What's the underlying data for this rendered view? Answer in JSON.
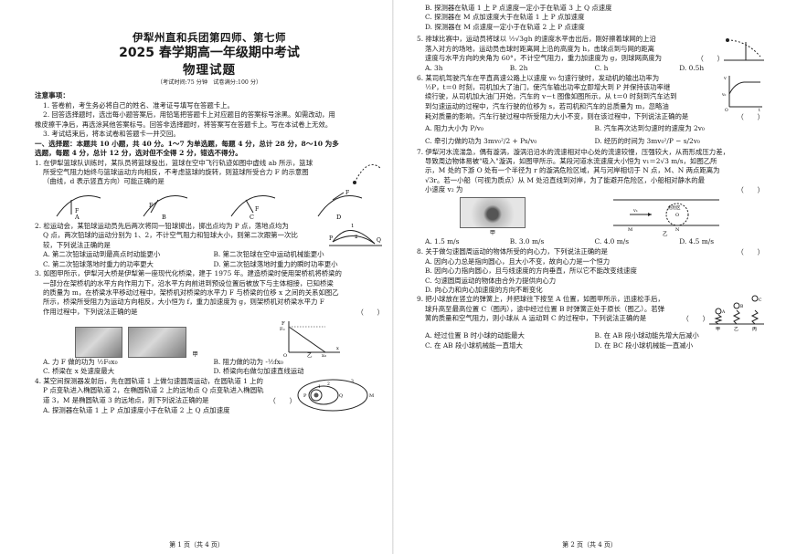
{
  "header": {
    "school": "伊犁州直和兵团第四师、第七师",
    "exam": "2025 春学期高一年级期中考试",
    "subject": "物理试题",
    "meta": "（考试时间:75 分钟　试卷满分:100 分）"
  },
  "notice": {
    "title": "注意事项：",
    "items": [
      "1. 答卷前，考生务必将自己的姓名、准考证号填写在答题卡上。",
      "2. 回答选择题时，选出每小题答案后，用铅笔把答题卡上对应题目的答案标号涂黑。如需改动，用",
      "橡皮擦干净后，再选涂其他答案标号。回答非选择题时，将答案写在答题卡上。写在本试卷上无效。",
      "3. 考试结束后，将本试卷和答题卡一并交回。"
    ]
  },
  "section1": {
    "title": "一、选择题：本题共 10 小题，共 40 分。1～7 为单选题，每题 4 分，总计 28 分，8～10 为多",
    "title2": "选题，每题 4 分，总计 12 分，选对但不全得 2 分，错选不得分。"
  },
  "q1": {
    "lines": [
      "1. 在伊犁篮球队训练时，某队员将篮球投出，篮球在空中飞行轨迹如图中虚线 ab 所示，篮球",
      "所受空气阻力始终与篮球运动方向相反，不考虑篮球的旋转，则篮球所受合力 F 的示意图",
      "（曲线，d 表示竖直方向）可能正确的是"
    ],
    "bracket": "（　　）",
    "options": [
      "A",
      "B",
      "C",
      "D"
    ]
  },
  "q2": {
    "lines": [
      "2. 松运动会，某铅球运动员先后两次将同一铅球掷出，掷出点均为 P 点，落地点均为",
      "Q 点，两次铅球的运动分别为 1、2，不计空气阻力和铅球大小，则第二次跟第一次比",
      "较，下列说法正确的是"
    ],
    "fig_labels": [
      "P",
      "Q",
      "1",
      "2"
    ],
    "options": [
      "A. 第二次铅球运动到最高点时动能更小",
      "B. 第二次铅球在空中运动机械能更小",
      "C. 第二次铅球落地时重力的功率更大",
      "D. 第二次铅球落地时重力的瞬时功率更小"
    ]
  },
  "q3": {
    "lines": [
      "3. 如图甲所示，伊犁河大桥是伊犁第一座现代化桥梁，建于 1975 年。建造桥梁时使用架桥机将桥梁的",
      "一部分在架桥机的水平方向作用力下，沿水平方向前进到预设位置后被放下与主体相接，已知桥梁",
      "的质量为 m，在桥梁水平移动过程中，架桥机对桥梁的水平力 F 与桥梁的位移 x 之间的关系如图乙",
      "所示，桥梁所受阻力为运动方向相反，大小恒为 f，重力加速度为 g，则架桥机对桥梁水平力 F",
      "作用过程中，下列说法正确的是"
    ],
    "bracket": "（　　）",
    "fig_labels": [
      "甲",
      "乙",
      "F",
      "F₀",
      "O",
      "x₀",
      "x"
    ],
    "options": [
      "A. 力 F 做的功为 ½F₀x₀",
      "B. 阻力做的功为 -½fx₀",
      "C. 桥梁在 x 处速度最大",
      "D. 桥梁向右做匀加速直线运动"
    ]
  },
  "q4": {
    "lines": [
      "4. 某空间探测器发射后，先在圆轨道 1 上做匀速圆周运动，在圆轨道 1 上的",
      "P 点变轨进入椭圆轨道 2，在椭圆轨道 2 上的远地点 Q 点变轨进入椭圆轨",
      "道 3，M 是椭圆轨道 3 的远地点，则下列说法正确的是"
    ],
    "bracket": "（　　）",
    "options": [
      "A. 探测器在轨道 1 上 P 点加速度小于在轨道 2 上 Q 点加速度"
    ],
    "fig_labels": [
      "P",
      "Q",
      "M",
      "1",
      "2",
      "3"
    ]
  },
  "q4b": {
    "options": [
      "B. 探测器在轨道 1 上 P 点速度一定小于在轨道 3 上 Q 点速度",
      "C. 探测器在 M 点加速度大于在轨道 1 上 P 点加速度",
      "D. 探测器在 M 点速度一定小于在轨道 2 上 P 点速度"
    ]
  },
  "q5": {
    "lines": [
      "5. 排球比赛中，运动员将球以 ½√3gh 的速度水平击出后，刚好擦着球网的上沿",
      "落入对方的场地，运动员击球时距离网上沿的高度为 h，击球点到与网的距离",
      "速度与水平方向的夹角为 60°，不计空气阻力，重力加速度为 g，则球网高度为"
    ],
    "bracket": "（　　）",
    "options": [
      "A. 3h",
      "B. 2h",
      "C. h",
      "D. 0.5h"
    ]
  },
  "q6": {
    "lines": [
      "6. 某司机驾驶汽车在平直高速公路上以速度 v₀ 匀速行驶时，发动机的输出功率为",
      "½P，t＝0 时刻，司机加大了油门，使汽车输出功率立即增大到 P 并保持该功率继",
      "续行驶，从司机加大油门开始，汽车的 v－t 图像如图所示，从 t＝0 时刻到汽车达到",
      "到匀速运动的过程中，汽车行驶的位移为 s，若司机和汽车的总质量为 m，忽略油",
      "耗对质量的影响，汽车行驶过程中所受阻力大小不变，则在该过程中，下列说法正确的是"
    ],
    "bracket": "（　　）",
    "fig_labels": [
      "v",
      "v₀",
      "O",
      "t"
    ],
    "options": [
      "A. 阻力大小为 P/v₀",
      "B. 汽车再次达到匀速时的速度为 2v₀",
      "C. 牵引力做的功为 3mv₀²/2 + Ps/v₀",
      "D. 经历的时间为 3mv₀²/P − s/2v₀"
    ]
  },
  "q7": {
    "lines": [
      "7. 伊犁河水流湍急，偶有漩涡，漩涡沿沿水的流速相对中心处的流速较慢，压强较大，从而形成压力差，",
      "导致周边物体易被\"吸入\"漩涡，如图甲所示。某段河道水流速度大小恒为 v₁＝2√3 m/s，如图乙所",
      "示，M 处的下游 O 处有一个半径为 r 的漩涡危险区域，其与河岸相切于 N 点，M、N 两点距离为",
      "√3r。若一小船（可视为质点）从 M 处沿直线到对岸，为了能避开危险区，小船相对静水的最",
      "小速度 v₂ 为"
    ],
    "bracket": "（　　）",
    "fig_labels": [
      "甲",
      "乙",
      "M",
      "N",
      "O",
      "v₁",
      "危险区"
    ],
    "options": [
      "A. 1.5 m/s",
      "B. 3.0 m/s",
      "C. 4.0 m/s",
      "D. 4.5 m/s"
    ]
  },
  "q8": {
    "lines": [
      "8. 关于做匀速圆周运动的物体所受的向心力，下列说法正确的是"
    ],
    "bracket": "（　　）",
    "options": [
      "A. 因向心力总是指向圆心，且大小不变，故向心力是一个恒力",
      "B. 因向心力指向圆心，且与线速度的方向垂直，所以它不能改变线速度",
      "C. 匀速圆周运动的物体由合外力提供向心力",
      "D. 向心力和向心加速度的方向不断变化"
    ]
  },
  "q9": {
    "lines": [
      "9. 把小球放在竖立的弹簧上，并把球往下按至 A 位置，如图甲所示，迅速松手后，",
      "球升高至最高位置 C（图丙），途中经过位置 B 时弹簧正处于原长（图乙）。若弹",
      "簧的质量和空气阻力，则小球从 A 运动到 C 的过程中，下列说法正确的是"
    ],
    "bracket": "（　　）",
    "fig_labels": [
      "甲",
      "乙",
      "丙",
      "A",
      "B",
      "C"
    ],
    "options": [
      "A. 经过位置 B 时小球的动能最大",
      "B. 在 AB 段小球动能先增大后减小",
      "C. 在 AB 段小球机械能一直增大",
      "D. 在 BC 段小球机械能一直减小"
    ]
  },
  "footer": {
    "left": "第 1 页（共 4 页）",
    "right": "第 2 页（共 4 页）"
  }
}
